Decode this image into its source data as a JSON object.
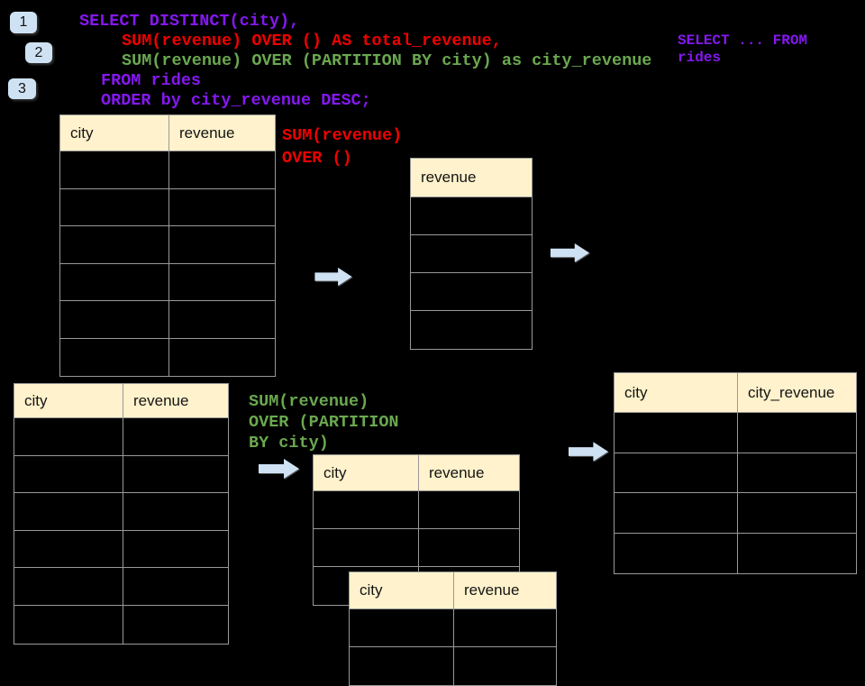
{
  "colors": {
    "background": "#000000",
    "sql_purple": "#8518F0",
    "sql_red": "#EF0000",
    "sql_green": "#6AA84F",
    "arrow_badge_blue": "#CFE2F3",
    "table_header_fill": "#FFF2CC",
    "table_border": "#999999"
  },
  "badges": [
    {
      "label": "1"
    },
    {
      "label": "2"
    },
    {
      "label": "3"
    }
  ],
  "sql": {
    "lines": [
      {
        "text": "SELECT DISTINCT(city),",
        "color": "purple"
      },
      {
        "text": "SUM(revenue) OVER () AS total_revenue,",
        "color": "red"
      },
      {
        "text": "SUM(revenue) OVER (PARTITION BY city) as city_revenue",
        "color": "green"
      },
      {
        "text": "FROM rides",
        "color": "purple"
      },
      {
        "text": "ORDER by city_revenue DESC;",
        "color": "purple"
      }
    ]
  },
  "side_note": {
    "line1": "SELECT ... FROM",
    "line2": "rides"
  },
  "notes": {
    "total_revenue": {
      "line1": "SUM(revenue)",
      "line2": "OVER ()"
    },
    "partition": {
      "line1": "SUM(revenue)",
      "line2": "OVER (PARTITION",
      "line3": "BY city)"
    }
  },
  "tables": {
    "source_top": {
      "headers": [
        "city",
        "revenue"
      ],
      "row_count": 6
    },
    "total_result": {
      "headers": [
        "revenue"
      ],
      "row_count": 4
    },
    "source_bottom": {
      "headers": [
        "city",
        "revenue"
      ],
      "row_count": 6
    },
    "partition_front": {
      "headers": [
        "city",
        "revenue"
      ],
      "row_count": 3
    },
    "partition_back": {
      "headers": [
        "city",
        "revenue"
      ],
      "row_count": 2
    },
    "city_revenue_result": {
      "headers": [
        "city",
        "city_revenue"
      ],
      "row_count": 4
    }
  }
}
